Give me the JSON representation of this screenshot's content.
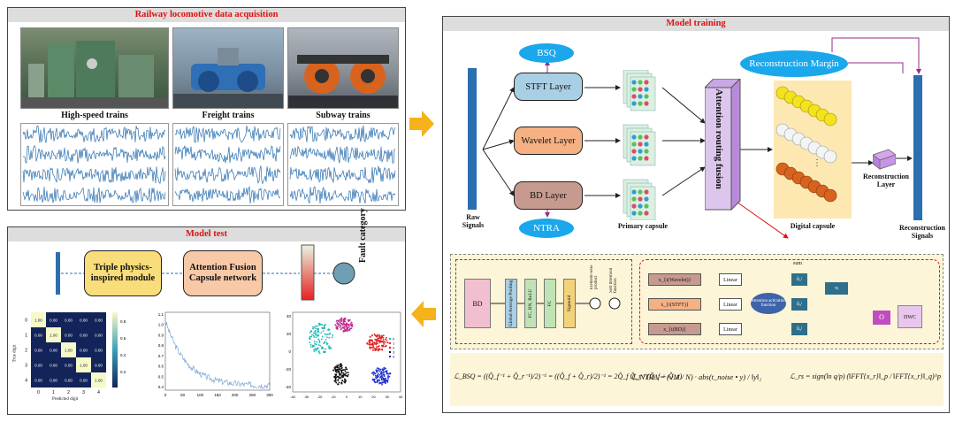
{
  "acquisition": {
    "title": "Railway locomotive data acquisition",
    "trains": [
      {
        "label": "High-speed trains"
      },
      {
        "label": "Freight trains"
      },
      {
        "label": "Subway trains"
      }
    ]
  },
  "training": {
    "title": "Model training",
    "bsq": "BSQ",
    "ntra": "NTRA",
    "recon_margin": "Reconstruction Margin",
    "layers": [
      "STFT Layer",
      "Wavelet Layer",
      "BD Layer"
    ],
    "raw_signals": "Raw Signals",
    "primary_capsule": "Primary capsule",
    "attention": "Attention routing fusion",
    "digital_capsule": "Digital capsule",
    "recon_layer": "Reconstruction Layer",
    "recon_signals": "Reconstruction Signals",
    "detail_left": {
      "bd": "BD",
      "ops": [
        "Global Average Pooling",
        "FC, BN, ReLU",
        "FC",
        "Sigmoid"
      ],
      "prod_label": "Element-wise product",
      "soft_label": "Soft threshold function"
    },
    "detail_right": {
      "inputs": [
        "x_{i(Wavelet)}",
        "x_{i(STFT)}",
        "x_{i(BD)}"
      ],
      "linear": "Linear",
      "act": "Attention activation function",
      "u": [
        "û₁ʲ",
        "û₂ʲ",
        "û₃ʲ"
      ],
      "sum": "sum",
      "o": "O",
      "dwc": "DWC",
      "v": "vⱼ"
    },
    "formulas": {
      "bsq": "ℒ_BSQ = ((Q̂_f⁻¹ + Q̂_r⁻¹)/2)⁻¹ = ((Q̂_f + Q̂_r)/2)⁻¹ = 2Q̂_f Q̂_r / (Q̂_f + Q̂_r)",
      "ntra": "ℒ_NTRA = (√M / N) · abs(t_noise • y) / ‖y‖₂",
      "rs": "ℒ_rs = sign(ln q/p) (‖FFT{x_r}‖_p / ‖FFT{x_r}‖_q)^p"
    }
  },
  "test": {
    "title": "Model test",
    "module1": "Triple physics-inspired module",
    "module2": "Attention Fusion Capsule network",
    "fault": "Fault category",
    "cm": {
      "ylabel": "True digit",
      "xlabel": "Predicted digit",
      "labels": [
        "0",
        "1",
        "2",
        "3",
        "4"
      ],
      "values": [
        [
          "1.00",
          "0.00",
          "0.00",
          "0.00",
          "0.00"
        ],
        [
          "0.00",
          "1.00",
          "0.00",
          "0.00",
          "0.00"
        ],
        [
          "0.00",
          "0.00",
          "1.00",
          "0.00",
          "0.00"
        ],
        [
          "0.00",
          "0.00",
          "0.00",
          "1.00",
          "0.00"
        ],
        [
          "0.00",
          "0.00",
          "0.00",
          "0.00",
          "1.00"
        ]
      ],
      "colorbar": [
        "0.8",
        "0.6",
        "0.4",
        "0.2"
      ]
    },
    "loss": {
      "yticks": [
        "1.1",
        "1.0",
        "0.9",
        "0.8",
        "0.7",
        "0.6",
        "0.5",
        "0.4"
      ],
      "xticks": [
        "0",
        "50",
        "100",
        "150",
        "200",
        "250",
        "300"
      ]
    },
    "tsne": {
      "yticks": [
        "40",
        "20",
        "0",
        "-20",
        "-40"
      ],
      "xticks": [
        "-40",
        "-30",
        "-20",
        "-10",
        "0",
        "10",
        "20",
        "30",
        "40"
      ],
      "legend": [
        "0",
        "1",
        "2",
        "3",
        "4"
      ]
    }
  },
  "colors": {
    "title_red": "#e01010",
    "ellipse_blue": "#1aa7ec",
    "signal_blue": "#2a6fb0",
    "arrow_orange": "#f6b21a"
  }
}
